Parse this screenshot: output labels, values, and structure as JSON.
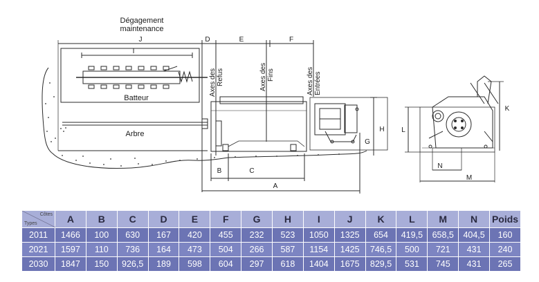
{
  "labels": {
    "degagement_line1": "Dégagement",
    "degagement_line2": "maintenance",
    "J": "J",
    "I": "I",
    "D": "D",
    "E": "E",
    "F": "F",
    "axes_refus_1": "Axes des",
    "axes_refus_2": "Refus",
    "axes_fins_1": "Axes des",
    "axes_fins_2": "Fins",
    "axes_entrees_1": "Axes des",
    "axes_entrees_2": "Entrées",
    "batteur": "Batteur",
    "arbre": "Arbre",
    "B": "B",
    "C": "C",
    "A": "A",
    "H": "H",
    "G": "G",
    "L": "L",
    "K": "K",
    "N": "N",
    "M": "M"
  },
  "table": {
    "corner_top": "Côtes",
    "corner_bottom": "Types",
    "headers": [
      "A",
      "B",
      "C",
      "D",
      "E",
      "F",
      "G",
      "H",
      "I",
      "J",
      "K",
      "L",
      "M",
      "N",
      "Poids"
    ],
    "rows": [
      {
        "type": "2011",
        "values": [
          "1466",
          "100",
          "630",
          "167",
          "420",
          "455",
          "232",
          "523",
          "1050",
          "1325",
          "654",
          "419,5",
          "658,5",
          "404,5",
          "160"
        ]
      },
      {
        "type": "2021",
        "values": [
          "1597",
          "110",
          "736",
          "164",
          "473",
          "504",
          "266",
          "587",
          "1154",
          "1425",
          "746,5",
          "500",
          "721",
          "431",
          "240"
        ]
      },
      {
        "type": "2030",
        "values": [
          "1847",
          "150",
          "926,5",
          "189",
          "598",
          "604",
          "297",
          "618",
          "1404",
          "1675",
          "829,5",
          "531",
          "745",
          "431",
          "265"
        ]
      }
    ]
  }
}
